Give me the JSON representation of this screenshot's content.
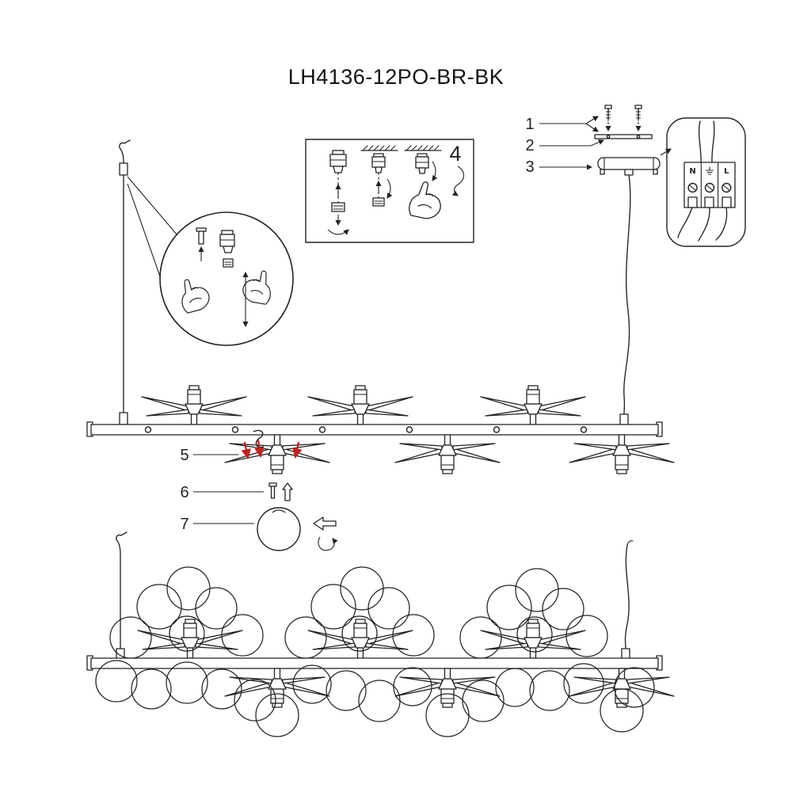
{
  "title": "LH4136-12PO-BR-BK",
  "callouts": {
    "n1": "1",
    "n2": "2",
    "n3": "3",
    "n4": "4",
    "n5": "5",
    "n6": "6",
    "n7": "7"
  },
  "wiring": {
    "terminal_n": "N",
    "terminal_l": "L"
  },
  "colors": {
    "line": "#222222",
    "accent_red": "#c22222",
    "background": "#ffffff"
  }
}
